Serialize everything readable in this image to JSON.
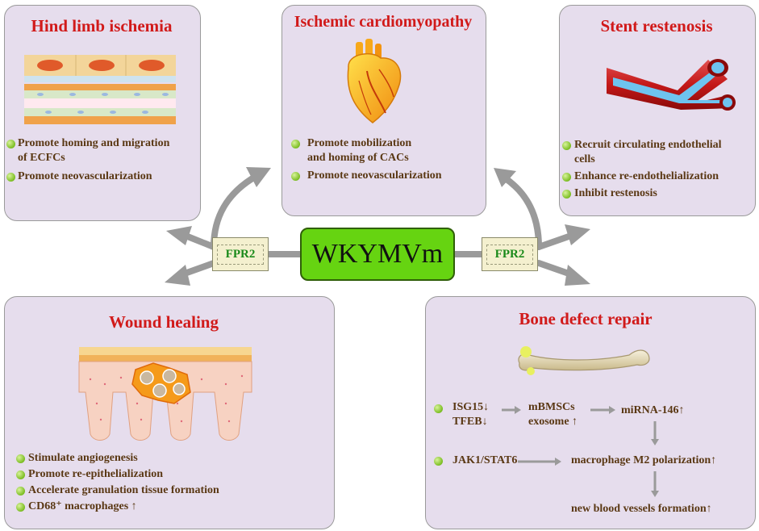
{
  "center_label": "WKYMVm",
  "receptor_left": "FPR2",
  "receptor_right": "FPR2",
  "panels": {
    "hind_limb": {
      "title": "Hind limb ischemia",
      "bullets": [
        "Promote homing and migration",
        "of ECFCs",
        "Promote neovascularization"
      ]
    },
    "cardio": {
      "title": "Ischemic cardiomyopathy",
      "bullets": [
        "Promote mobilization",
        "and homing of CACs",
        "Promote neovascularization"
      ]
    },
    "stent": {
      "title": "Stent restenosis",
      "bullets": [
        "Recruit circulating endothelial",
        "cells",
        "Enhance re-endothelialization",
        "Inhibit restenosis"
      ]
    },
    "wound": {
      "title": "Wound healing",
      "bullets": [
        "Stimulate angiogenesis",
        "Promote re-epithelialization",
        "Accelerate granulation tissue formation",
        "CD68⁺ macrophages ↑"
      ]
    },
    "bone": {
      "title": "Bone defect repair",
      "flow": {
        "isg15": "ISG15↓",
        "tfeb": "TFEB↓",
        "mbmscs": "mBMSCs",
        "exosome": "exosome ↑",
        "mirna": "miRNA-146↑",
        "jak": "JAK1/STAT6",
        "macrophage": "macrophage M2 polarization↑",
        "vessels": "new blood vessels formation↑"
      }
    }
  },
  "colors": {
    "panel_bg": "#e6dded",
    "title_red": "#d11a1a",
    "text_brown": "#5a3814",
    "center_green": "#66d411",
    "receptor_green": "#1a8a1a",
    "arrow_gray": "#9a9a9a"
  }
}
